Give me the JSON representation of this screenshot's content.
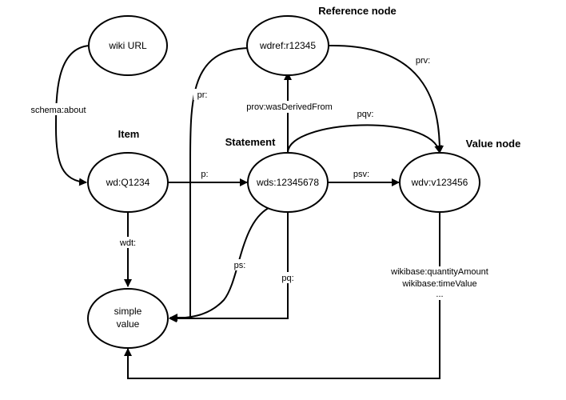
{
  "headings": {
    "reference_node": "Reference node",
    "item": "Item",
    "statement": "Statement",
    "value_node": "Value node"
  },
  "nodes": {
    "wiki_url": "wiki URL",
    "wdref": "wdref:r12345",
    "wd_item": "wd:Q1234",
    "wds": "wds:12345678",
    "wdv": "wdv:v123456",
    "simple_value_line1": "simple",
    "simple_value_line2": "value"
  },
  "edges": {
    "schema_about": "schema:about",
    "pr": "pr:",
    "prv": "prv:",
    "prov_was_derived_from": "prov:wasDerivedFrom",
    "pqv": "pqv:",
    "p": "p:",
    "psv": "psv:",
    "wdt": "wdt:",
    "ps": "ps:",
    "pq": "pq:",
    "quantity_amount": "wikibase:quantityAmount",
    "time_value": "wikibase:timeValue",
    "ellipsis": "..."
  }
}
